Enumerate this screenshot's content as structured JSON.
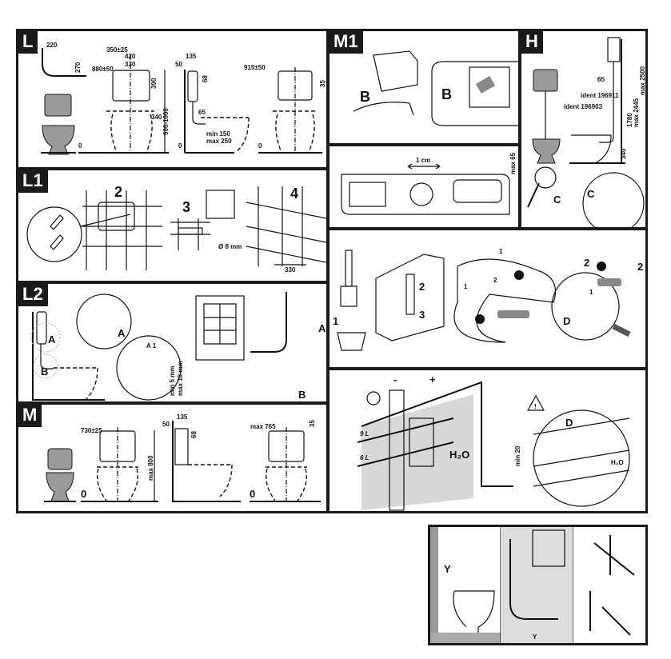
{
  "panels": {
    "L": {
      "label": "L",
      "dims": [
        "220",
        "270",
        "350±25",
        "420",
        "330",
        "880±50",
        "390",
        "900-1000",
        "340",
        "0",
        "135",
        "50",
        "68",
        "65",
        "min 150",
        "max 250",
        "915±50",
        "35",
        "0",
        "0"
      ]
    },
    "L1": {
      "label": "L1",
      "steps": [
        "2",
        "3",
        "4"
      ],
      "drill": "Ø 8 mm",
      "spacing": "330"
    },
    "L2": {
      "label": "L2",
      "letters": [
        "A",
        "B",
        "A",
        "A 1",
        "A",
        "B"
      ],
      "dims": [
        "min 5 mm",
        "max 10 mm"
      ]
    },
    "M": {
      "label": "M",
      "dims": [
        "730±25",
        "max 800",
        "135",
        "50",
        "68",
        "max 765",
        "35",
        "0",
        "0"
      ]
    },
    "M1": {
      "label": "M1",
      "letters": [
        "B",
        "B"
      ]
    },
    "adjust": {
      "shift": "1 cm",
      "max": "max 65"
    },
    "H": {
      "label": "H",
      "dims": [
        "65",
        "ident 196911",
        "ident 196903",
        "1780",
        "max 2445",
        "max 2500",
        "340"
      ],
      "letters": [
        "C",
        "C"
      ]
    },
    "steps": {
      "labels": [
        "1",
        "2",
        "3",
        "1",
        "1",
        "2",
        "2",
        "2",
        "1",
        "D"
      ],
      "circled": [
        "1",
        "2",
        "3"
      ]
    },
    "water": {
      "minus": "-",
      "plus": "+",
      "levels": [
        "9 L",
        "6 L"
      ],
      "h2o": "H₂O",
      "h2o_small": "H₂O",
      "min": "min 20",
      "letter": "D",
      "warning": "!"
    },
    "trap": {
      "letter": "Y",
      "small": "Y"
    }
  }
}
